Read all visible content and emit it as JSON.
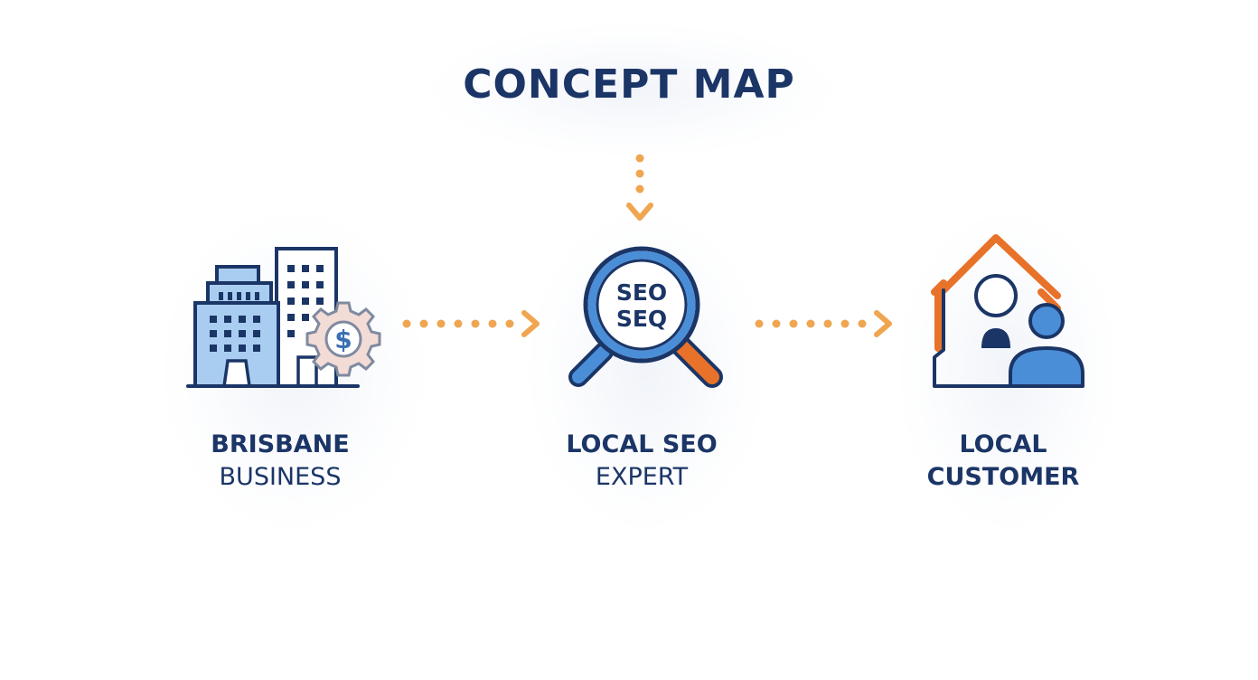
{
  "title": "CONCEPT MAP",
  "nodes": [
    {
      "line1": "BRISBANE",
      "line2": "BUSINESS",
      "icon": "office-buildings-icon"
    },
    {
      "line1": "LOCAL SEO",
      "line2": "EXPERT",
      "icon": "magnifying-glass-icon"
    },
    {
      "line1": "LOCAL",
      "line2": "CUSTOMER",
      "icon": "house-people-icon"
    }
  ],
  "magnifier_text": {
    "line1": "SEO",
    "line2": "SEQ"
  },
  "gear_symbol": "$",
  "colors": {
    "navy": "#1b3566",
    "blue": "#4a8ed8",
    "light_blue": "#a9cdf0",
    "orange": "#e8722a",
    "arrow_orange": "#f0a550"
  }
}
